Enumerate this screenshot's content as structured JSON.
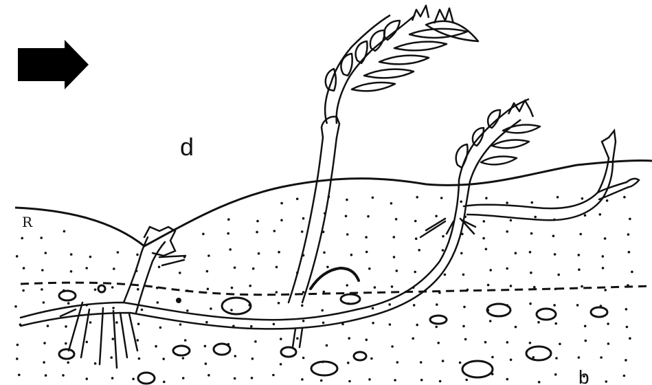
{
  "figure": {
    "panel_label": "d",
    "corner_mark": "R",
    "edge_mark": "b"
  },
  "colors": {
    "ink": "#111111",
    "background": "#ffffff"
  },
  "icons": {
    "direction_arrow": "right-arrow-icon"
  }
}
